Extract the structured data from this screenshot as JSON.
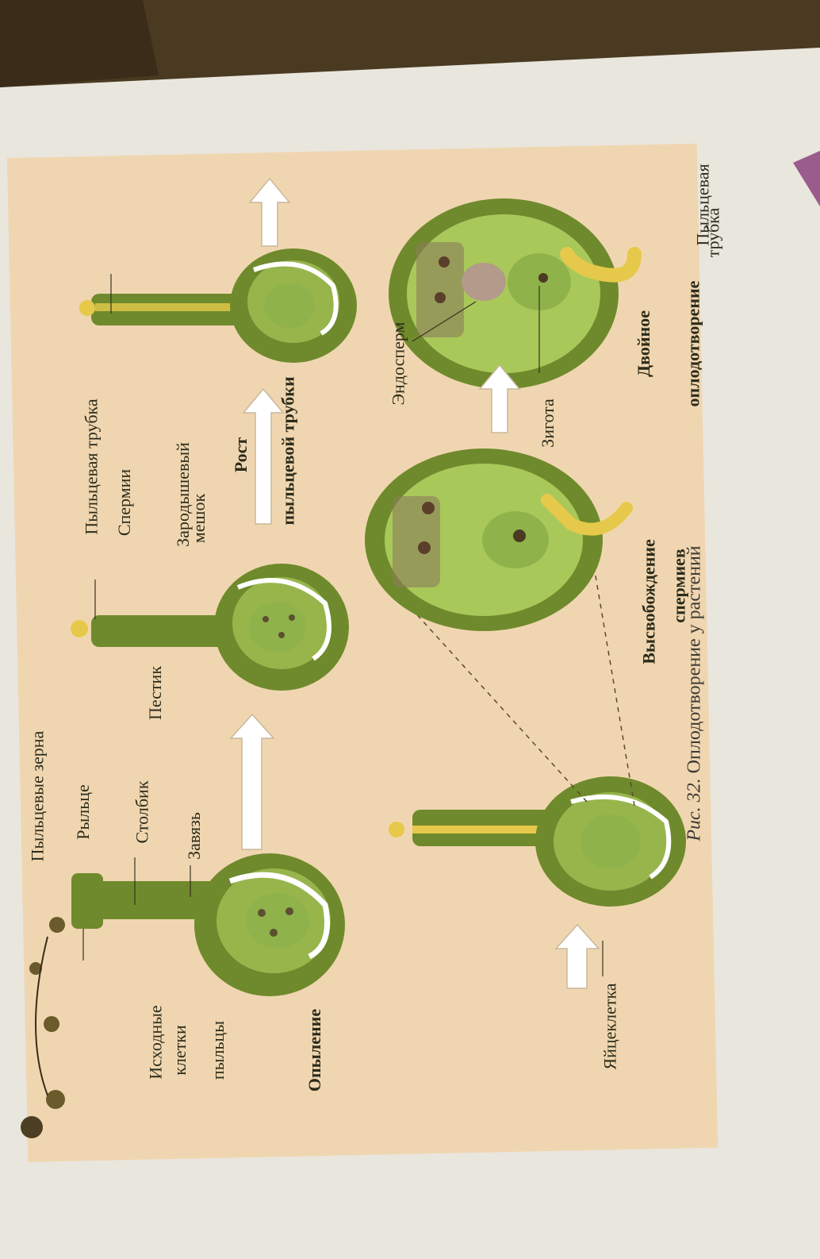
{
  "figure": {
    "caption_prefix": "Рис. 32.",
    "caption_text": "Оплодотворение у растений"
  },
  "labels": {
    "pollen_grains": "Пыльцевые зерна",
    "stigma": "Рыльце",
    "style": "Столбик",
    "ovary": "Завязь",
    "pistil": "Пестик",
    "initial_cells_1": "Исходные",
    "initial_cells_2": "клетки",
    "initial_cells_3": "пыльцы",
    "pollination": "Опыление",
    "egg_cell": "Яйцеклетка",
    "pollen_tube_1": "Пыльцевая трубка",
    "sperm": "Спермии",
    "embryo_sac_1": "Зародышевый",
    "embryo_sac_2": "мешок",
    "growth_1": "Рост",
    "growth_2": "пыльцевой трубки",
    "release_1": "Высвобождение",
    "release_2": "спермиев",
    "endosperm": "Эндосперм",
    "zygote": "Зигота",
    "double_1": "Двойное",
    "double_2": "оплодотворение",
    "pollen_tube_2a": "Пыльцевая",
    "pollen_tube_2b": "трубка"
  },
  "colors": {
    "page": "#e9e6de",
    "panel": "#f0d6b0",
    "ovary_green": "#6f8a2c",
    "cell_green": "#a9c85a",
    "tube_yellow": "#e6c94a",
    "arrow_fill": "#ffffff"
  }
}
